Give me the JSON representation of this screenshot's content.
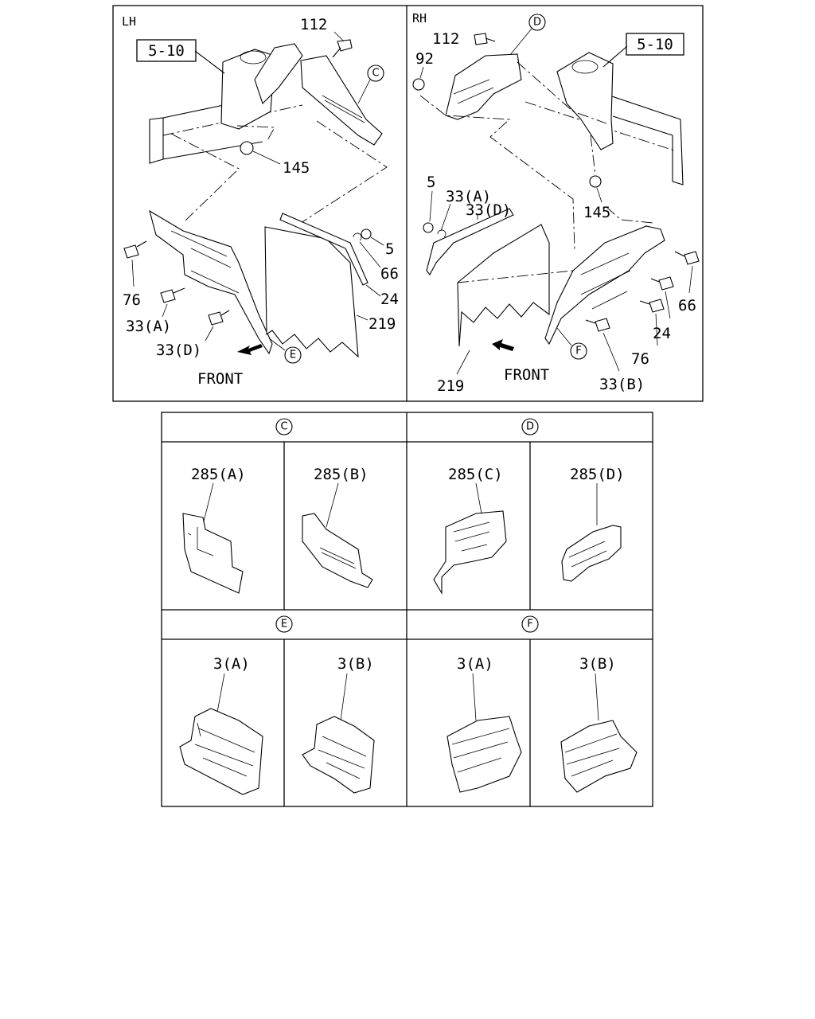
{
  "main": {
    "lh": {
      "side": "LH",
      "ref": "5-10",
      "labels": [
        "112",
        "145",
        "5",
        "66",
        "24",
        "219",
        "76",
        "33(A)",
        "33(D)"
      ],
      "callouts": [
        "C",
        "E"
      ],
      "front": "FRONT"
    },
    "rh": {
      "side": "RH",
      "ref": "5-10",
      "labels": [
        "112",
        "92",
        "145",
        "5",
        "66",
        "24",
        "76",
        "33(B)",
        "33(A)",
        "33(D)",
        "219"
      ],
      "callouts": [
        "D",
        "F"
      ],
      "front": "FRONT"
    }
  },
  "details": [
    {
      "key": "C",
      "parts": [
        "285(A)",
        "285(B)"
      ]
    },
    {
      "key": "D",
      "parts": [
        "285(C)",
        "285(D)"
      ]
    },
    {
      "key": "E",
      "parts": [
        "3(A)",
        "3(B)"
      ]
    },
    {
      "key": "F",
      "parts": [
        "3(A)",
        "3(B)"
      ]
    }
  ]
}
